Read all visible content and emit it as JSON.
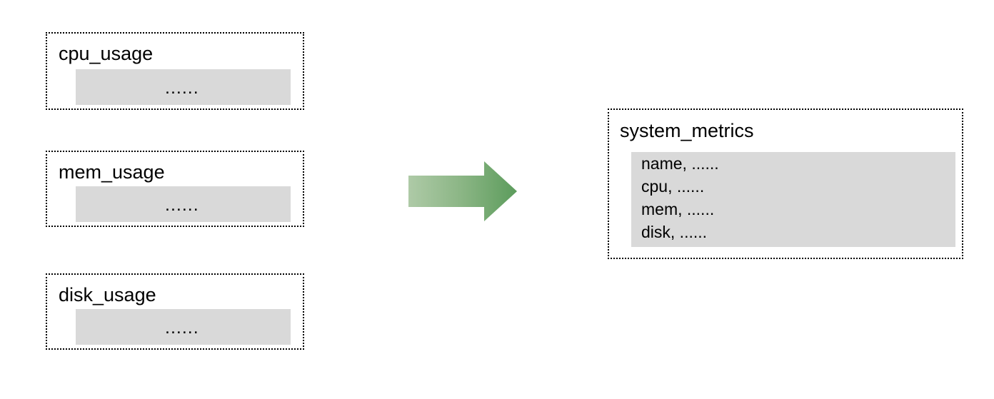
{
  "diagram": {
    "type": "data-merge-flow",
    "background_color": "#ffffff",
    "panel_color": "#d9d9d9",
    "border_color": "#000000",
    "arrow": {
      "name": "merge-arrow",
      "direction": "right",
      "gradient_start_color": "#aac9a4",
      "gradient_end_color": "#5c9c5c"
    }
  },
  "sources": [
    {
      "id": "cpu_usage",
      "title": "cpu_usage",
      "body_text": "......"
    },
    {
      "id": "mem_usage",
      "title": "mem_usage",
      "body_text": "......"
    },
    {
      "id": "disk_usage",
      "title": "disk_usage",
      "body_text": "......"
    }
  ],
  "target": {
    "id": "system_metrics",
    "title": "system_metrics",
    "fields": [
      "name, ......",
      "cpu, ......",
      "mem, ......",
      "disk, ......"
    ]
  }
}
